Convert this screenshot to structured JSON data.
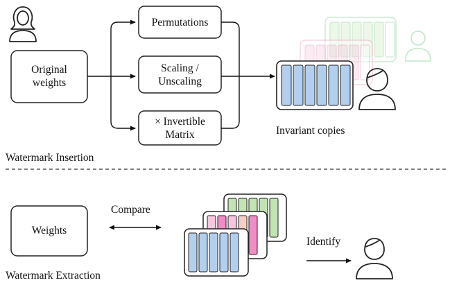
{
  "insertion": {
    "source_box_line1": "Original",
    "source_box_line2": "weights",
    "transforms": [
      {
        "line1": "Permutations",
        "line2": ""
      },
      {
        "line1": "Scaling /",
        "line2": "Unscaling"
      },
      {
        "line1": "× Invertible",
        "line2": "Matrix"
      }
    ],
    "result_label": "Invariant copies",
    "section_label": "Watermark Insertion"
  },
  "extraction": {
    "weights_label": "Weights",
    "compare_label": "Compare",
    "identify_label": "Identify",
    "section_label": "Watermark Extraction"
  },
  "colors": {
    "blue": "#b3cfee",
    "pink": "#f08cc6",
    "green": "#c2e3b3",
    "peach": "#f4cfc6",
    "light_pink": "#f6c6de",
    "ghost_green": "#d7efcd",
    "ghost_pink": "#f8d3e6",
    "stroke": "#222222"
  },
  "icons": [
    "person-icon-owner",
    "person-icon-recipient",
    "person-icon-ghost",
    "person-icon-identified",
    "double-arrow-icon"
  ]
}
